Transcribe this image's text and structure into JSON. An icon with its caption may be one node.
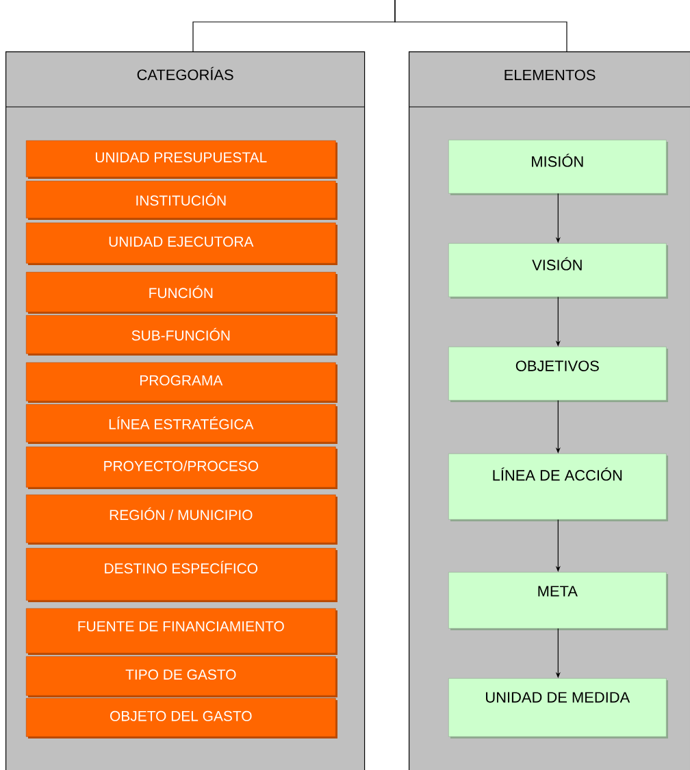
{
  "diagram": {
    "nodes": [
      {
        "text": [
          "CATEGORÍAS"
        ]
      },
      {
        "text": [
          "ELEMENTOS"
        ]
      },
      {
        "text": [
          "UNIDAD PRESUPUESTAL"
        ],
        "in": 0
      },
      {
        "text": [
          "INSTITUCIÓN"
        ],
        "in": 0
      },
      {
        "text": [
          "UNIDAD EJECUTORA"
        ],
        "in": 0
      },
      {
        "text": [
          "FUNCIÓN"
        ],
        "in": 0
      },
      {
        "text": [
          "SUB-FUNCIÓN"
        ],
        "in": 0
      },
      {
        "text": [
          "PROGRAMA"
        ],
        "in": 0
      },
      {
        "text": [
          "LÍNEA ESTRATÉGICA"
        ],
        "in": 0
      },
      {
        "text": [
          "PROYECTO/PROCESO"
        ],
        "in": 0
      },
      {
        "text": [
          "REGIÓN / MUNICIPIO"
        ],
        "in": 0
      },
      {
        "text": [
          "DESTINO ESPECÍFICO"
        ],
        "in": 0
      },
      {
        "text": [
          "FUENTE DE FINANCIAMIENTO"
        ],
        "in": 0
      },
      {
        "text": [
          "TIPO DE GASTO"
        ],
        "in": 0
      },
      {
        "text": [
          "OBJETO DEL GASTO"
        ],
        "in": 0
      },
      {
        "text": [
          "MISIÓN"
        ],
        "in": 1
      },
      {
        "text": [
          "VISIÓN"
        ],
        "in": 1
      },
      {
        "text": [
          "OBJETIVOS"
        ],
        "in": 1
      },
      {
        "text": [
          "LÍNEA DE ACCIÓN"
        ],
        "in": 1
      },
      {
        "text": [
          "META"
        ],
        "in": 1
      },
      {
        "text": [
          "UNIDAD DE MEDIDA"
        ],
        "in": 1
      }
    ],
    "edges": [
      {
        "from": null,
        "to": 0,
        "arrow": "none"
      },
      {
        "from": null,
        "to": 1,
        "arrow": "none"
      },
      {
        "from": 15,
        "to": 16,
        "arrow": "to"
      },
      {
        "from": 16,
        "to": 17,
        "arrow": "to"
      },
      {
        "from": 17,
        "to": 18,
        "arrow": "to"
      },
      {
        "from": 18,
        "to": 19,
        "arrow": "to"
      },
      {
        "from": 19,
        "to": 20,
        "arrow": "to"
      }
    ]
  }
}
